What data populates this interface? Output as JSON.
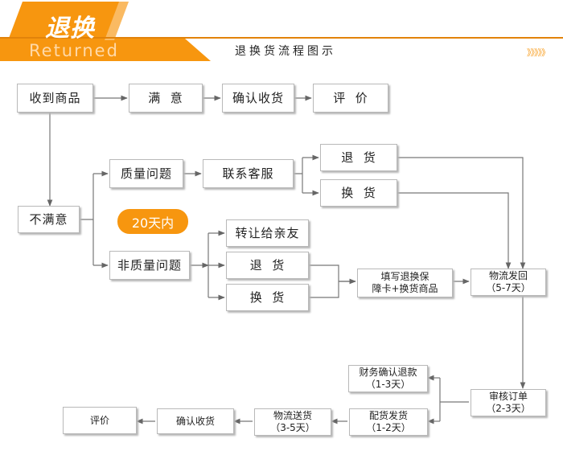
{
  "header": {
    "title": "退换",
    "title_en": "Returned",
    "subtitle": "退换货流程图示",
    "chevrons": "》》》》》",
    "accent_color": "#f7960f"
  },
  "flow": {
    "received": "收到商品",
    "satisfied": "满  意",
    "confirm_top": "确认收货",
    "review_top": "评  价",
    "unsatisfied": "不满意",
    "quality_issue": "质量问题",
    "contact_cs": "联系客服",
    "return_quality": "退  货",
    "exchange_quality": "换  货",
    "within_days": "20天内",
    "non_quality_issue": "非质量问题",
    "transfer_friend": "转让给亲友",
    "return_non": "退  货",
    "exchange_non": "换  货",
    "fill_form_l1": "填写退换保",
    "fill_form_l2": "障卡+换货商品",
    "ship_back_l1": "物流发回",
    "ship_back_l2": "（5-7天）",
    "review_order_l1": "审核订单",
    "review_order_l2": "（2-3天）",
    "refund_l1": "财务确认退款",
    "refund_l2": "（1-3天）",
    "dispatch_l1": "配货发货",
    "dispatch_l2": "（1-2天）",
    "delivery_l1": "物流送货",
    "delivery_l2": "（3-5天）",
    "confirm_bottom": "确认收货",
    "review_bottom": "评价"
  }
}
